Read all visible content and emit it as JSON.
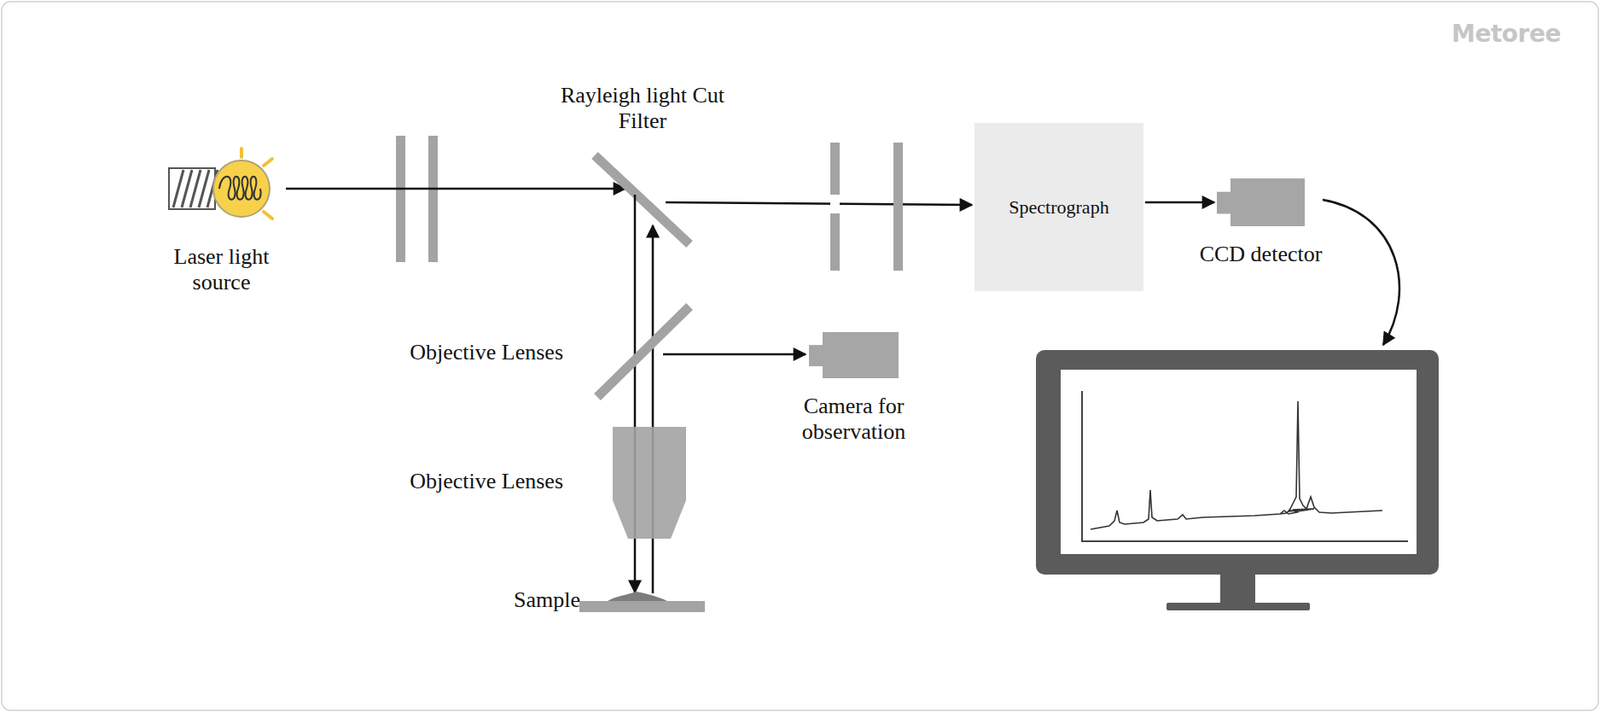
{
  "diagram": {
    "nodes": [
      {
        "text": [
          "Laser light source"
        ]
      },
      {
        "text": [
          "Spectrograph"
        ]
      },
      {
        "text": [
          "CCD detector"
        ]
      },
      {
        "text": [
          "Camera for observation"
        ]
      }
    ],
    "edges": [
      {
        "from": 1,
        "to": 2,
        "arrow": "to"
      }
    ],
    "labels": [
      "Rayleigh light Cut Filter",
      "Objective Lenses",
      "Objective Lenses",
      "Sample",
      "Metoree"
    ]
  }
}
